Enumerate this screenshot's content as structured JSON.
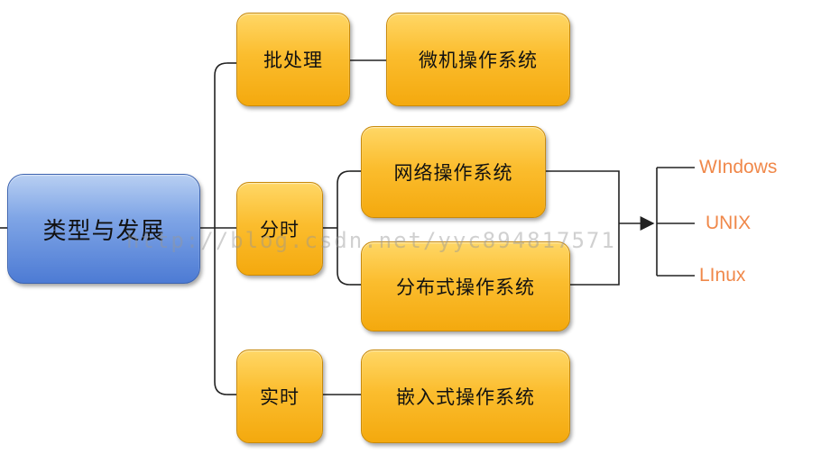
{
  "root": {
    "label": "类型与发展"
  },
  "categories": {
    "batch": "批处理",
    "timeshare": "分时",
    "realtime": "实时"
  },
  "systems": {
    "micro": "微机操作系统",
    "network": "网络操作系统",
    "distributed": "分布式操作系统",
    "embedded": "嵌入式操作系统"
  },
  "examples": [
    "WIndows",
    "UNIX",
    "LInux"
  ],
  "watermark": "http://blog.csdn.net/yyc894817571",
  "colors": {
    "node_fill": "#fbbd2e",
    "root_fill": "#7fa5e6",
    "example_text": "#f0884a",
    "connector": "#222222"
  }
}
